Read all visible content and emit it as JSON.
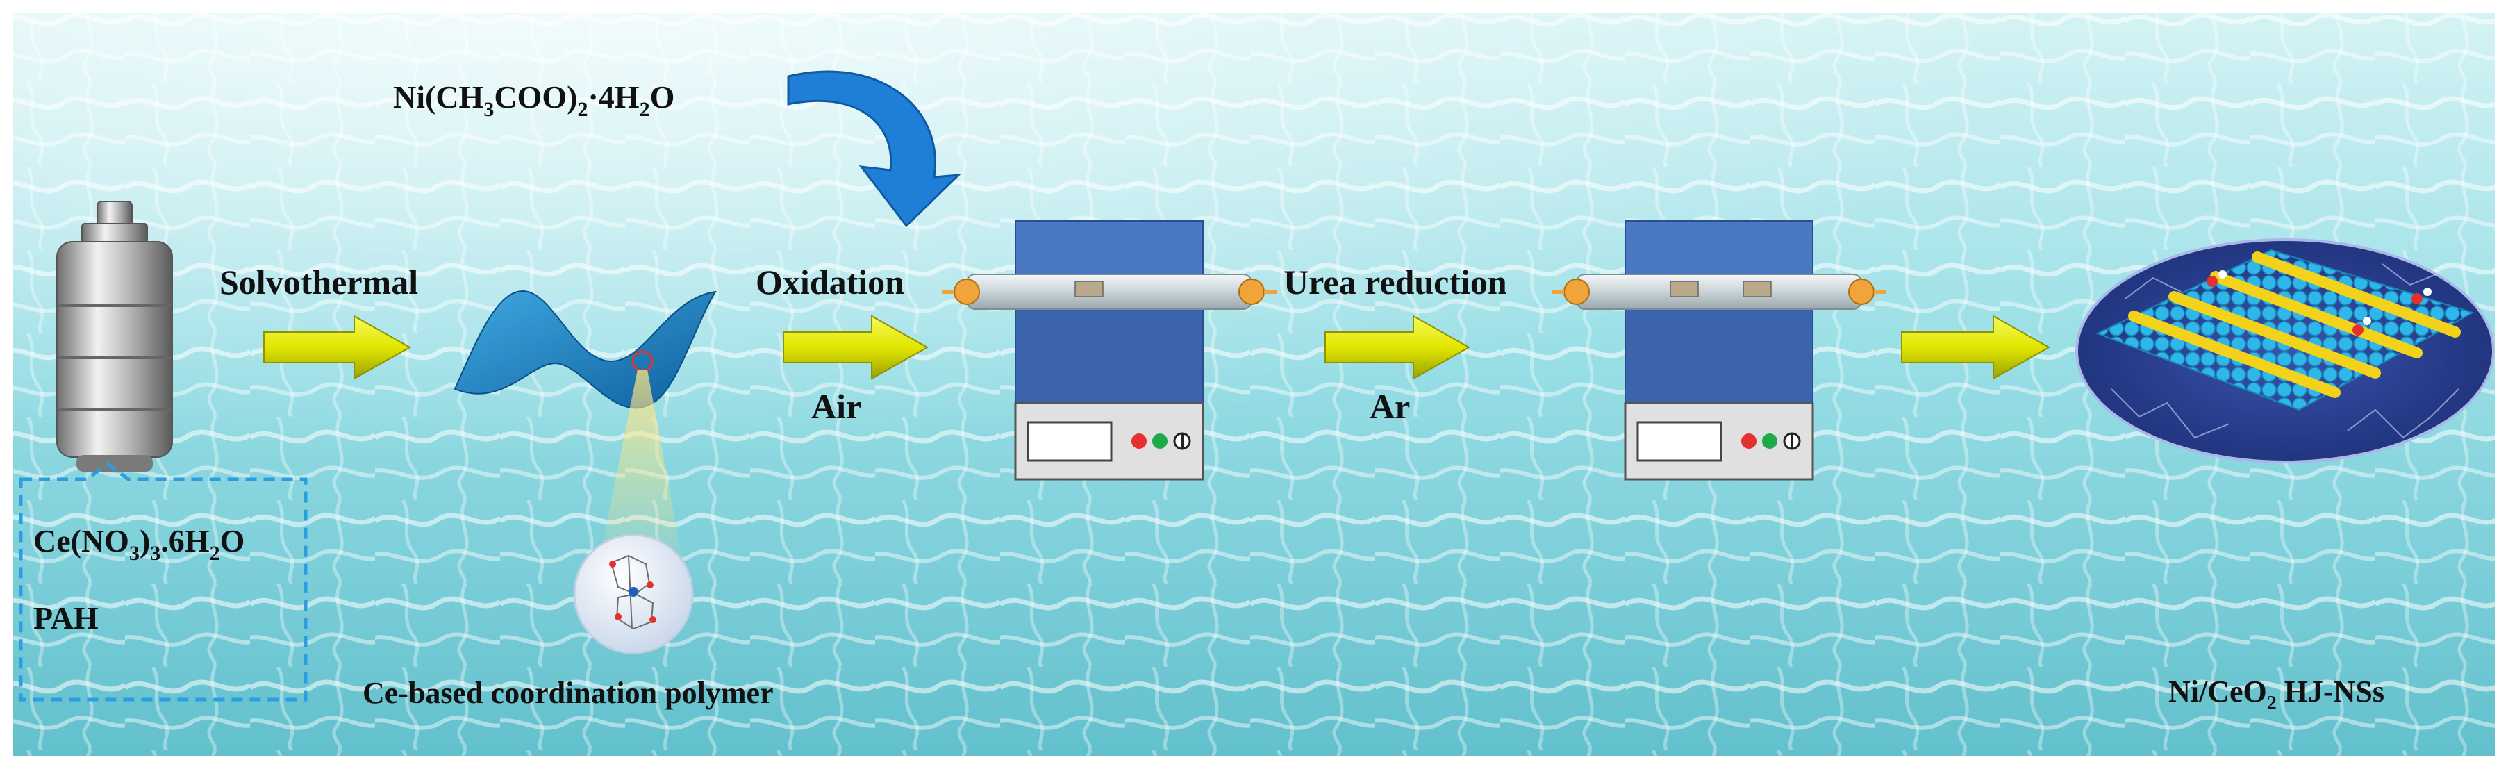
{
  "labels": {
    "solvothermal": "Solvothermal",
    "oxidation": "Oxidation",
    "air": "Air",
    "urea_reduction": "Urea reduction",
    "ar": "Ar",
    "nickel_reagent_main": "Ni(CH",
    "nickel_reagent_sub3": "3",
    "nickel_reagent_mid": "COO)",
    "nickel_reagent_sub2": "2",
    "nickel_reagent_end": "·4H",
    "nickel_reagent_sub2b": "2",
    "nickel_reagent_o": "O",
    "cerium_main": "Ce(NO",
    "cerium_sub3": "3",
    "cerium_mid": ")",
    "cerium_sub3b": "3",
    "cerium_end": ".6H",
    "cerium_sub2": "2",
    "cerium_o": "O",
    "pah": "PAH",
    "polymer": "Ce-based coordination polymer",
    "product_main": "Ni/CeO",
    "product_sub": "2",
    "product_end": " HJ-NSs"
  },
  "colors": {
    "water_light": "#c9eef2",
    "water_mid": "#8fd6df",
    "water_deep": "#5fbcc9",
    "arrow_yellow": "#e8ec00",
    "furnace_blue": "#3c64ad",
    "curved_arrow_blue": "#1f7fd6",
    "sheet_blue": "#1f88c8",
    "dashed_box": "#2a9ee0",
    "cerium_atom": "#30b8e8",
    "nickel_atom": "#f2d21a"
  },
  "icons": [
    "autoclave-icon",
    "curved-arrow-icon",
    "nanosheet-icon",
    "tube-furnace-icon",
    "heterojunction-nanosheet-icon"
  ]
}
